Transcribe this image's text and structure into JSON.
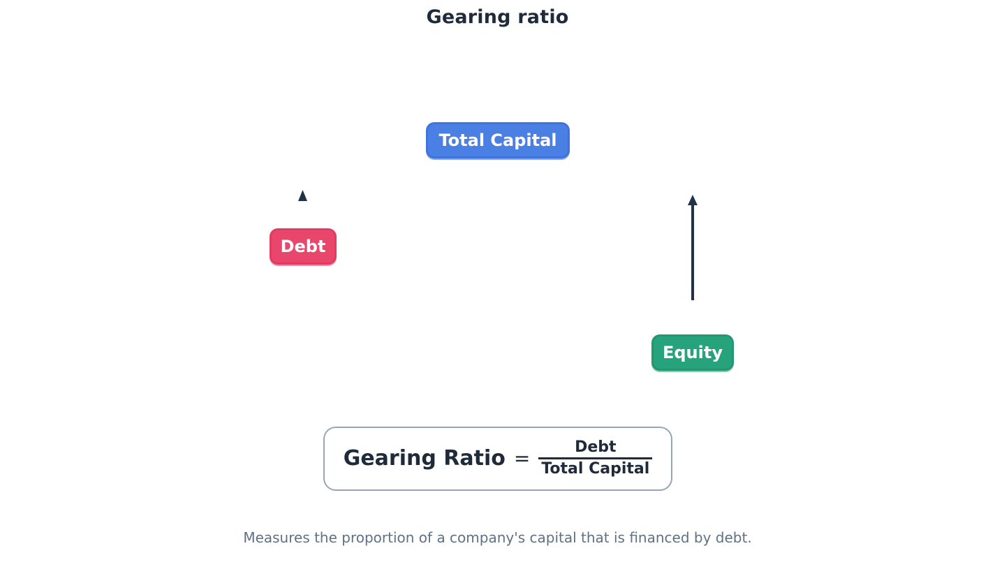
{
  "title": "Gearing ratio",
  "caption": "Measures the proportion of a company's capital that is financed by debt.",
  "nodes": {
    "total_capital": {
      "label": "Total Capital",
      "color": "#4a7fe4",
      "border_color": "#3f73de",
      "text_color": "#ffffff"
    },
    "debt": {
      "label": "Debt",
      "color": "#e8476b",
      "border_color": "#e23a62",
      "text_color": "#ffffff"
    },
    "equity": {
      "label": "Equity",
      "color": "#27a37c",
      "border_color": "#219872",
      "text_color": "#ffffff"
    }
  },
  "connectors": {
    "debt_arrow": {
      "icon": "arrow-up-icon",
      "color": "#22314a"
    },
    "equity_arrow": {
      "icon": "arrow-up-icon",
      "color": "#22314a"
    }
  },
  "formula": {
    "left_side": "Gearing Ratio",
    "equals": "=",
    "numerator": "Debt",
    "denominator": "Total Capital",
    "border_color": "#97a5b8",
    "text_color": "#1f2a3a"
  },
  "theme": {
    "background": "#ffffff",
    "title_color": "#1f2a3a",
    "caption_color": "#5f7184"
  }
}
